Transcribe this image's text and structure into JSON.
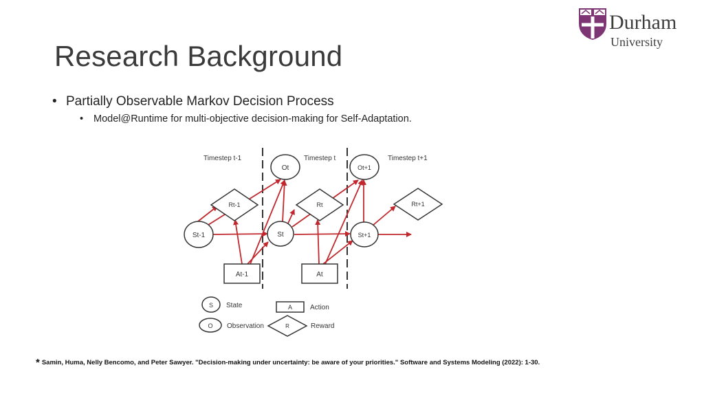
{
  "slide": {
    "title": "Research Background",
    "bullet1": "Partially Observable Markov Decision Process",
    "bullet2": "Model@Runtime for multi-objective decision-making for Self-Adaptation.",
    "footnote_star": "*",
    "footnote": "Samin, Huma, Nelly Bencomo, and Peter Sawyer. \"Decision-making under uncertainty: be aware of your priorities.\" Software and Systems Modeling (2022): 1-30."
  },
  "logo": {
    "line1": "Durham",
    "line2": "University",
    "shield_color": "#7e3574"
  },
  "diagram": {
    "arrow_color": "#c0282d",
    "timesteps": [
      "Timestep t-1",
      "Timestep t",
      "Timestep t+1"
    ],
    "states": [
      "St-1",
      "St",
      "St+1"
    ],
    "observations": [
      "Ot",
      "Ot+1"
    ],
    "rewards": [
      "Rt-1",
      "Rt",
      "Rt+1"
    ],
    "actions": [
      "At-1",
      "At"
    ],
    "legend": {
      "state_symbol": "S",
      "state_label": "State",
      "action_symbol": "A",
      "action_label": "Action",
      "observation_symbol": "O",
      "observation_label": "Observation",
      "reward_symbol": "R",
      "reward_label": "Reward"
    }
  }
}
